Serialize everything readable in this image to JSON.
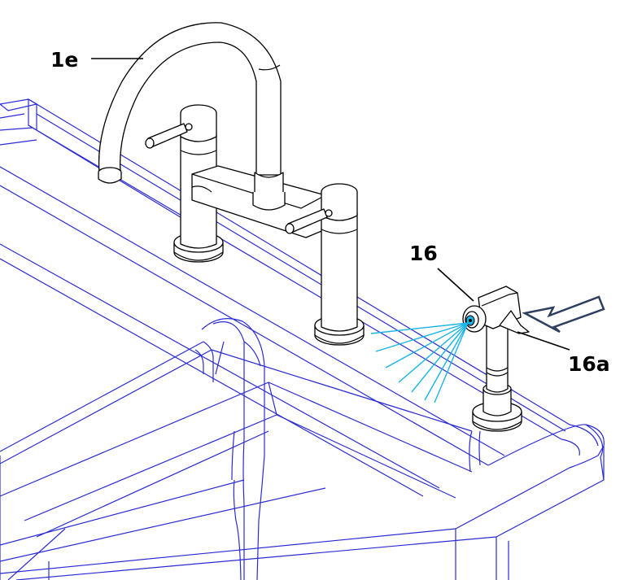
{
  "labels": {
    "spout": "1e",
    "sprayer": "16",
    "trigger": "16a"
  },
  "colors": {
    "sink_outline": "#2b2bd6",
    "faucet_outline": "#000000",
    "spray": "#18b4e8",
    "arrow": "#2f3f60"
  }
}
